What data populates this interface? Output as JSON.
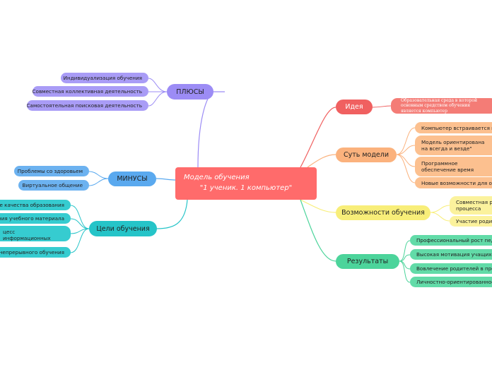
{
  "root": {
    "line1": "Модель обучения",
    "line2": "\"1 ученик. 1 компьютер\""
  },
  "colors": {
    "root": "#ff6b6b",
    "plus": "#9c8cf5",
    "plus_light": "#a99cf6",
    "minus": "#5aa9ef",
    "minus_light": "#6cb2f0",
    "goals": "#25c4c8",
    "goals_light": "#36ccd0",
    "idea": "#f06060",
    "idea_light": "#f47c76",
    "essence": "#fbb27d",
    "essence_light": "#fcc08f",
    "possibilities": "#f8ee79",
    "possibilities_light": "#fbf29d",
    "results": "#4cd49b",
    "results_light": "#62dba8"
  },
  "branches": {
    "plus": {
      "label": "ПЛЮСЫ",
      "items": [
        "Индивидуализация обучения",
        "Совместная коллективная деятельность",
        "Самостоятельная поисковая деятельность"
      ]
    },
    "minus": {
      "label": "МИНУСЫ",
      "items": [
        "Проблемы со здоровьем",
        "Виртуальное общение"
      ]
    },
    "goals": {
      "label": "Цели обучения",
      "items": [
        "ние качества образования",
        "ения учебного материала",
        "цесс информационных",
        "я непрерывного обучения"
      ]
    },
    "idea": {
      "label": "Идея",
      "items": [
        "Образовательная среда в которой основным средством обучения является компьютер"
      ]
    },
    "essence": {
      "label": "Суть модели",
      "items": [
        "Компьютер встраивается в и",
        "Модель ориентирована на всегда и везде\"",
        "Программное обеспечение время",
        "Новые возможности для обу"
      ]
    },
    "possibilities": {
      "label": "Возможности обучения",
      "items": [
        "Совместная р процесса",
        "Участие родит"
      ]
    },
    "results": {
      "label": "Результаты",
      "items": [
        "Профессиональный рост педа",
        "Высокая мотивация учащихся",
        "Вовлечение родителей в проц",
        "Личностно-ориентированное о"
      ]
    }
  }
}
